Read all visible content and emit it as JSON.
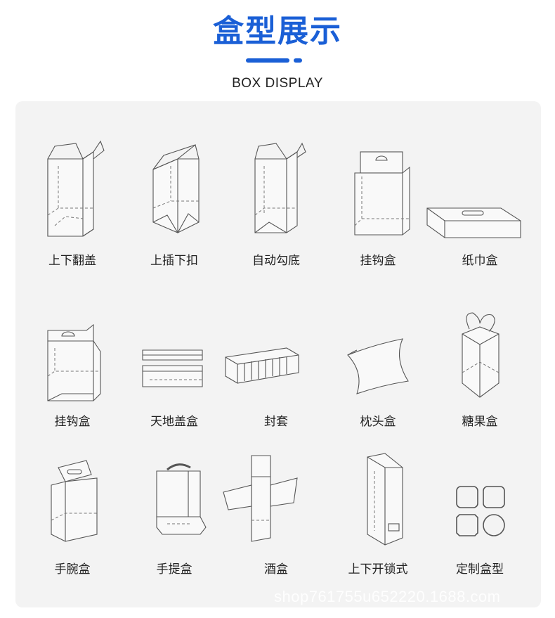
{
  "header": {
    "title": "盒型展示",
    "subtitle": "BOX DISPLAY",
    "accent_color": "#1a5fd6"
  },
  "boxes": [
    {
      "label": "上下翻盖",
      "icon": "tuck-end-box-icon"
    },
    {
      "label": "上插下扣",
      "icon": "snap-lock-bottom-box-icon"
    },
    {
      "label": "自动勾底",
      "icon": "auto-lock-bottom-box-icon"
    },
    {
      "label": "挂钩盒",
      "icon": "hanger-box-icon"
    },
    {
      "label": "纸巾盒",
      "icon": "tissue-box-icon"
    },
    {
      "label": "挂钩盒",
      "icon": "hanger-box-2-icon"
    },
    {
      "label": "天地盖盒",
      "icon": "lid-base-box-icon"
    },
    {
      "label": "封套",
      "icon": "sleeve-icon"
    },
    {
      "label": "枕头盒",
      "icon": "pillow-box-icon"
    },
    {
      "label": "糖果盒",
      "icon": "candy-box-icon"
    },
    {
      "label": "手腕盒",
      "icon": "handle-box-icon"
    },
    {
      "label": "手提盒",
      "icon": "carry-box-icon"
    },
    {
      "label": "酒盒",
      "icon": "wine-box-icon"
    },
    {
      "label": "上下开锁式",
      "icon": "lock-box-icon"
    },
    {
      "label": "定制盒型",
      "icon": "custom-shapes-icon"
    }
  ],
  "watermark": "shop761755u652220.1688.com"
}
